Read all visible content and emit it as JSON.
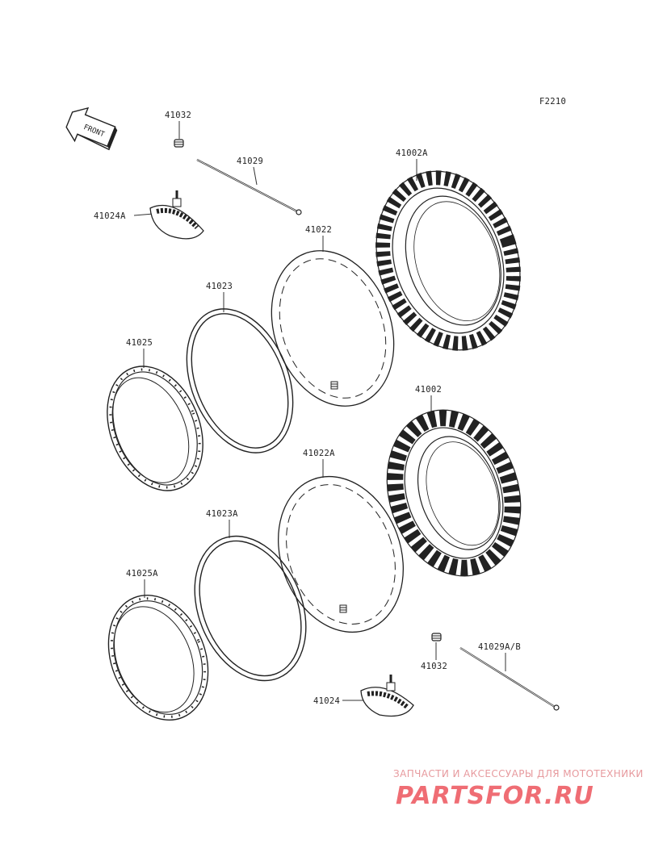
{
  "diagram_code": "F2210",
  "front_arrow_label": "FRONT",
  "parts": {
    "valve_cap_upper": "41032",
    "spoke_upper": "41029",
    "rim_band_upper": "41024A",
    "tire_upper": "41002A",
    "tube_upper": "41022",
    "rim_strip_upper": "41023",
    "rim_upper": "41025",
    "tire_lower": "41002",
    "tube_lower": "41022A",
    "rim_strip_lower": "41023A",
    "rim_lower": "41025A",
    "spoke_lower": "41029A/B",
    "valve_cap_lower": "41032",
    "rim_band_lower": "41024"
  },
  "watermark": {
    "tagline": "ЗАПЧАСТИ И АКСЕССУАРЫ ДЛЯ МОТОТЕХНИКИ",
    "brand": "PARTSFOR.RU"
  },
  "colors": {
    "line": "#222222",
    "watermark": "#ef6d74"
  }
}
